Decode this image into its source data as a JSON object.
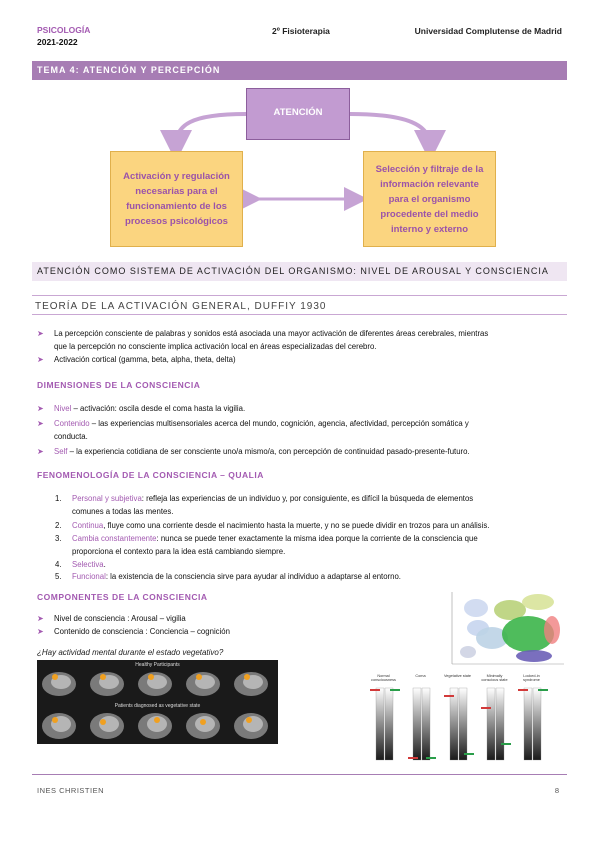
{
  "header": {
    "subject": "PSICOLOGÍA",
    "year": "2021-2022",
    "course": "2º Fisioterapia",
    "university": "Universidad Complutense de Madrid"
  },
  "topic_bar": "TEMA 4: ATENCIÓN Y PERCEPCIÓN",
  "diagram": {
    "center": "ATENCIÓN",
    "left": [
      "Activación y regulación",
      "necesarias para el",
      "funcionamiento de los",
      "procesos psicológicos"
    ],
    "right": [
      "Selección y filtraje de la",
      "información relevante",
      "para el organismo",
      "procedente del medio",
      "interno y externo"
    ]
  },
  "section_bar": "ATENCIÓN COMO SISTEMA DE ACTIVACIÓN DEL ORGANISMO: NIVEL DE AROUSAL Y CONSCIENCIA",
  "subsection": "TEORÍA DE LA ACTIVACIÓN GENERAL, DUFFIY 1930",
  "theory_bullets": [
    {
      "line1": "La percepción consciente de palabras y sonidos está asociada una mayor activación de diferentes áreas cerebrales, mientras",
      "line2": "que la percepción no consciente implica activación local en áreas especializadas del cerebro."
    },
    {
      "line1": "Activación cortical (gamma, beta, alpha, theta, delta)",
      "line2": ""
    }
  ],
  "dimensions": {
    "title": "DIMENSIONES DE LA CONSCIENCIA",
    "items": [
      {
        "term": "Nivel",
        "text": " – activación: oscila desde el coma hasta la vigilia.",
        "text2": ""
      },
      {
        "term": "Contenido",
        "text": " – las experiencias multisensoriales acerca del mundo, cognición, agencia, afectividad, percepción somática y",
        "text2": "conducta."
      },
      {
        "term": "Self",
        "text": " – la experiencia cotidiana de ser consciente uno/a mismo/a, con percepción de continuidad pasado-presente-futuro.",
        "text2": ""
      }
    ]
  },
  "qualia": {
    "title": "FENOMENOLOGÍA DE LA CONSCIENCIA – QUALIA",
    "items": [
      {
        "n": "1.",
        "term": "Personal y subjetiva",
        "text": ": refleja las experiencias de un individuo y, por consiguiente, es difícil la búsqueda de elementos",
        "text2": "comunes a todas las mentes."
      },
      {
        "n": "2.",
        "term": "Continua",
        "text": ", fluye como una corriente desde el nacimiento hasta la muerte, y no se puede dividir en trozos para un análisis.",
        "text2": ""
      },
      {
        "n": "3.",
        "term": "Cambia constantemente",
        "text": ": nunca se puede tener exactamente la misma idea porque la corriente de la consciencia que",
        "text2": "proporciona el contexto para la idea está cambiando siempre."
      },
      {
        "n": "4.",
        "term": "Selectiva",
        "text": ".",
        "text2": ""
      },
      {
        "n": "5.",
        "term": "Funcional",
        "text": ": la existencia de la consciencia sirve para ayudar al individuo a adaptarse al entorno.",
        "text2": ""
      }
    ]
  },
  "components": {
    "title": "COMPONENTES DE LA CONSCIENCIA",
    "items": [
      "Nivel de consciencia : Arousal – vigilia",
      "Contenido de consciencia : Conciencia – cognición"
    ]
  },
  "question": "¿Hay actividad mental durante el estado vegetativo?",
  "scan_labels": {
    "top": "Healthy Participants",
    "bottom": "Patients diagnosed as vegetative state"
  },
  "bars_labels": [
    "Normal consciousness",
    "Coma",
    "Vegetative state",
    "Minimally conscious state",
    "Locked-in syndrome"
  ],
  "footer": {
    "author": "INES CHRISTIEN",
    "page": "8"
  },
  "colors": {
    "accent": "#a35ab1",
    "topic_bar": "#a77db4",
    "section_bar": "#efe6f2",
    "yellow_box": "#fbd580",
    "center_box": "#c29bd1"
  }
}
